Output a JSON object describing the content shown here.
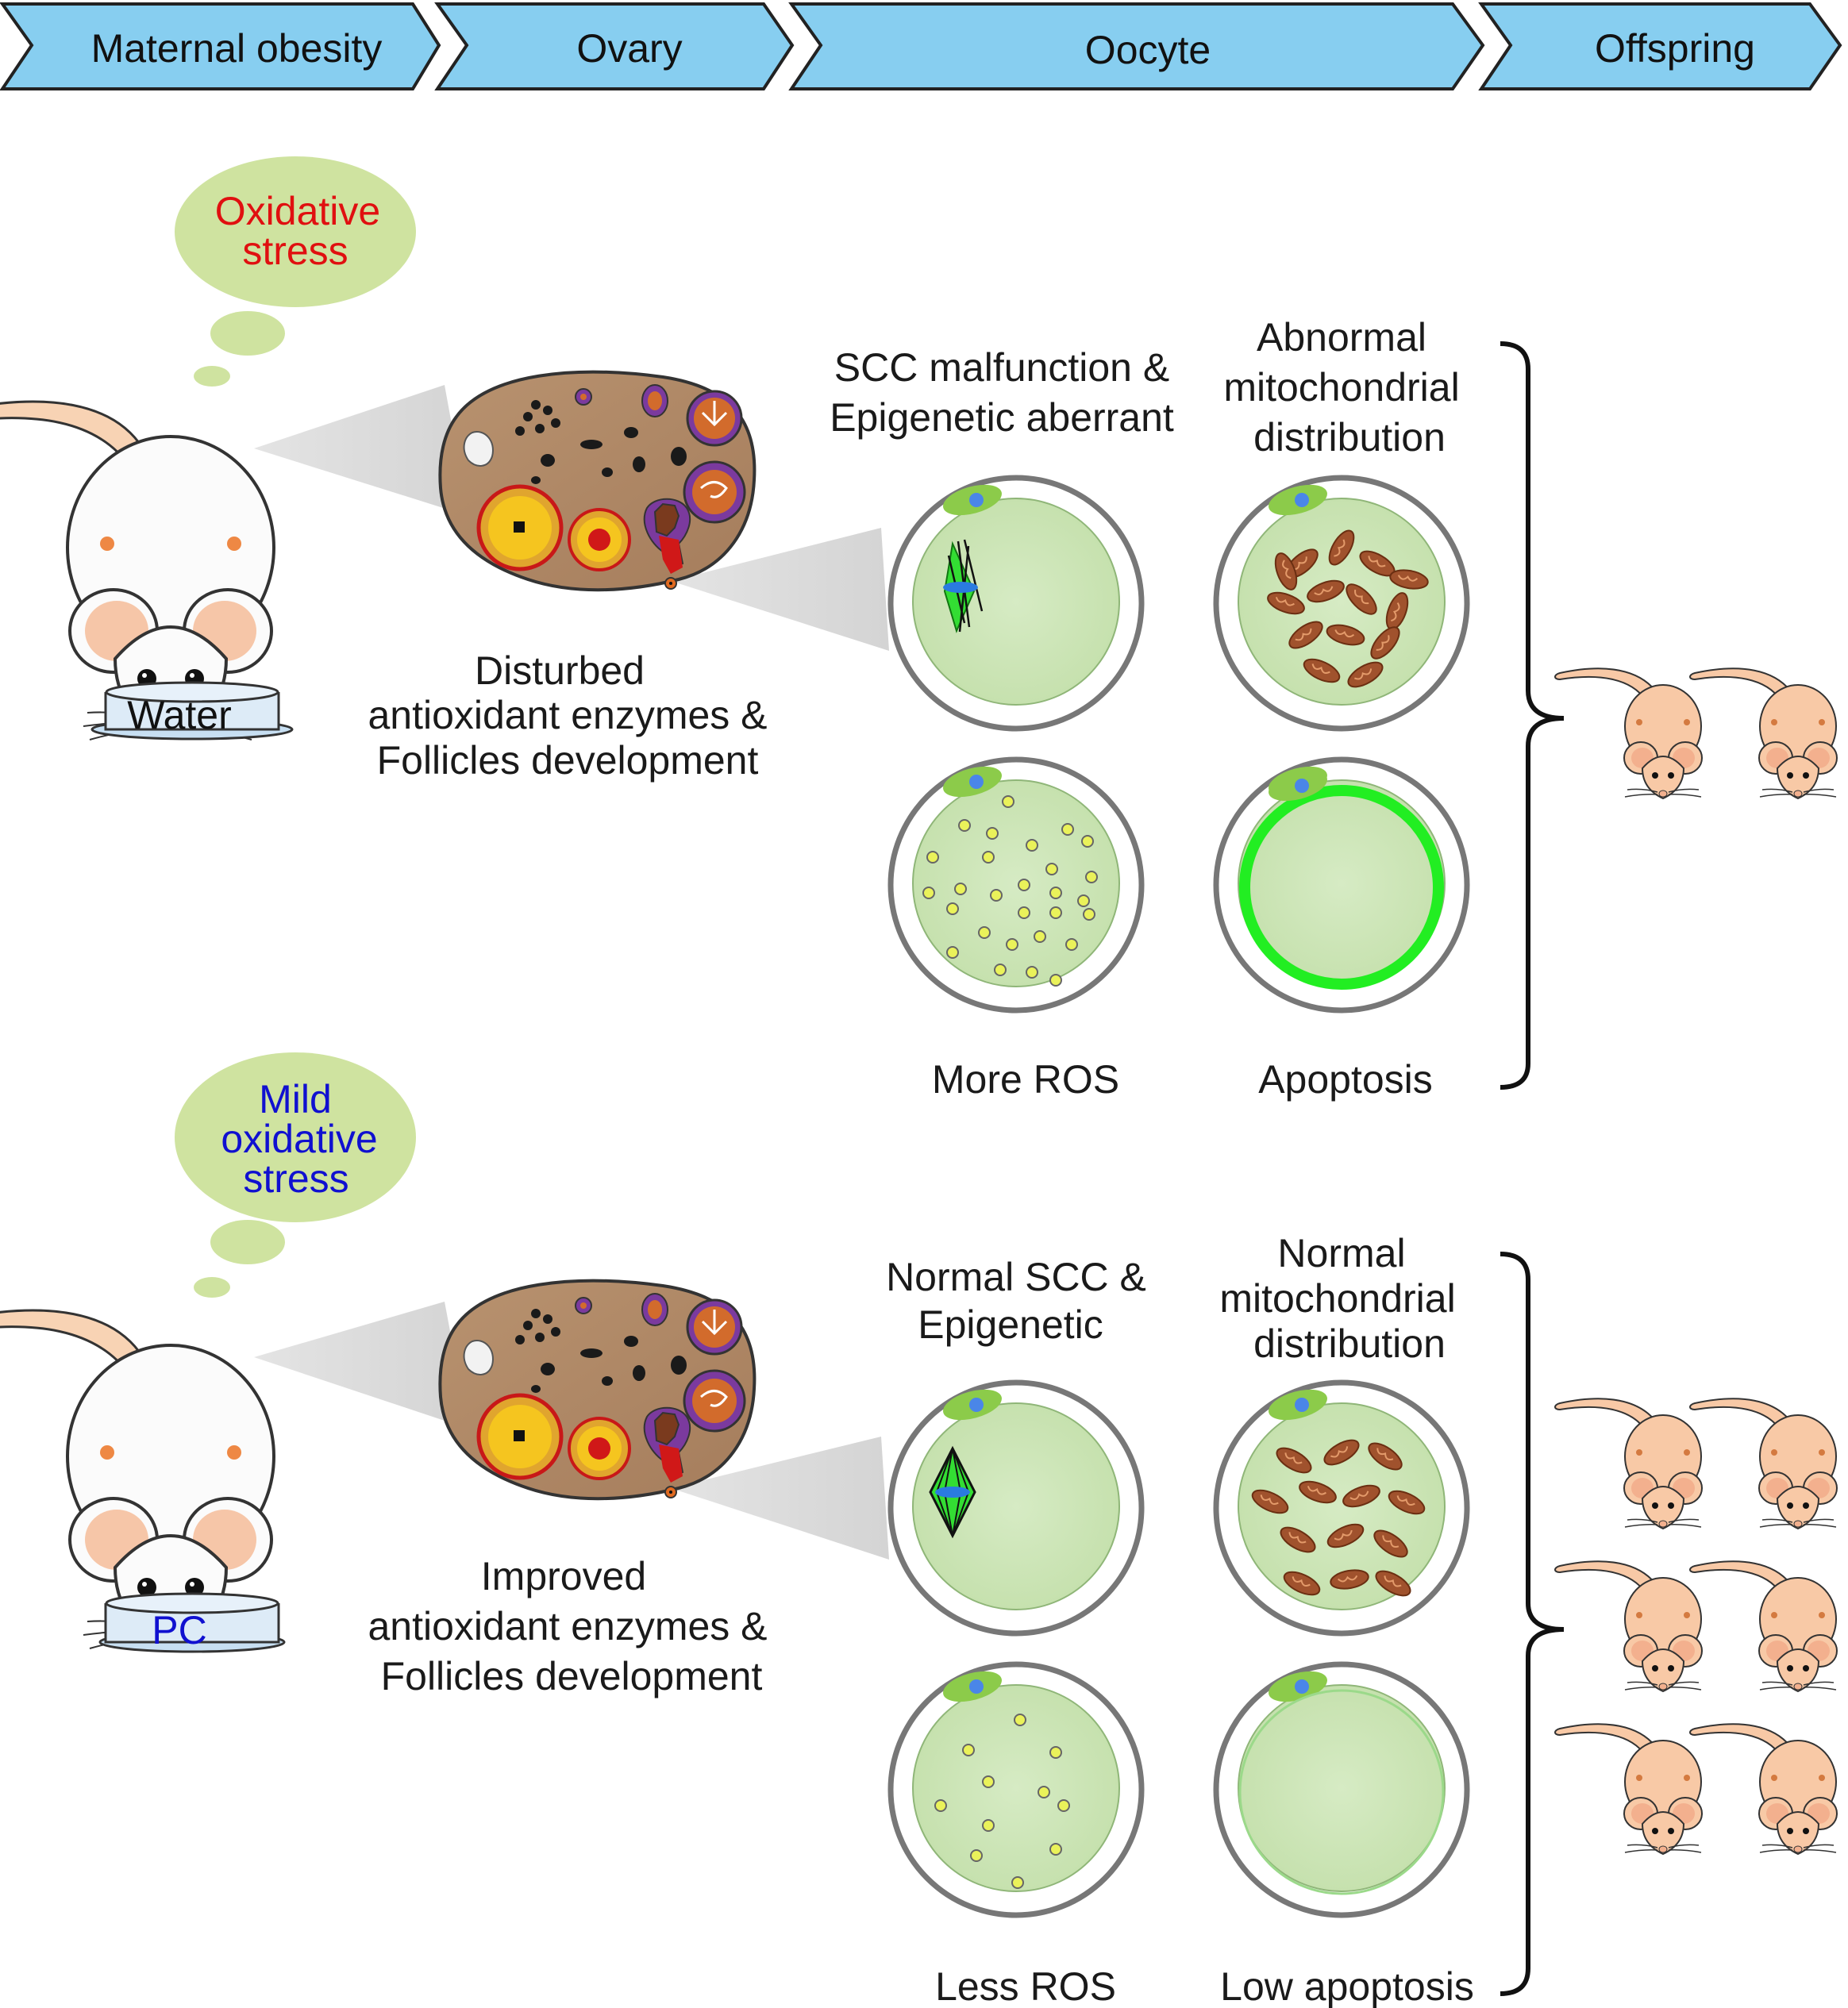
{
  "header": {
    "steps": [
      "Maternal obesity",
      "Ovary",
      "Oocyte",
      "Offspring"
    ],
    "color": "#87CEF0"
  },
  "top_group": {
    "thought": [
      "Oxidative",
      "stress"
    ],
    "thought_color": "#E01010",
    "dish": "Water",
    "dish_color": "#111111",
    "ovary_caption": [
      "Disturbed",
      "antioxidant enzymes &",
      "Follicles development"
    ],
    "col1_title": [
      "SCC malfunction &",
      "Epigenetic aberrant"
    ],
    "col2_title": [
      "Abnormal",
      "mitochondrial",
      "distribution"
    ],
    "col1_bottom": "More ROS",
    "col2_bottom": "Apoptosis",
    "offspring_count": 2
  },
  "bottom_group": {
    "thought": [
      "Mild",
      "oxidative",
      "stress"
    ],
    "thought_color": "#1010D0",
    "dish": "PC",
    "dish_color": "#1010D0",
    "ovary_caption": [
      "Improved",
      "antioxidant enzymes &",
      "Follicles development"
    ],
    "col1_title": [
      "Normal SCC &",
      "Epigenetic"
    ],
    "col2_title": [
      "Normal",
      "mitochondrial",
      "distribution"
    ],
    "col1_bottom": "Less ROS",
    "col2_bottom": "Low apoptosis",
    "offspring_count": 6
  },
  "colors": {
    "bubble": "#CFE3A0",
    "oocyte": "#CDE6B8",
    "ovary": "#B08A6A",
    "mito": "#A0522D",
    "ros": "#EAF25A",
    "apoptosis_ring": "#22EE22",
    "mouse_adult": "#FBFBFB",
    "mouse_pup": "#F9D2B0"
  },
  "icons": [
    "mouse-icon",
    "ovary-icon",
    "oocyte-icon",
    "spindle-icon",
    "mitochondria-icon",
    "ros-dot-icon",
    "dish-icon",
    "brace-icon",
    "pup-icon"
  ]
}
